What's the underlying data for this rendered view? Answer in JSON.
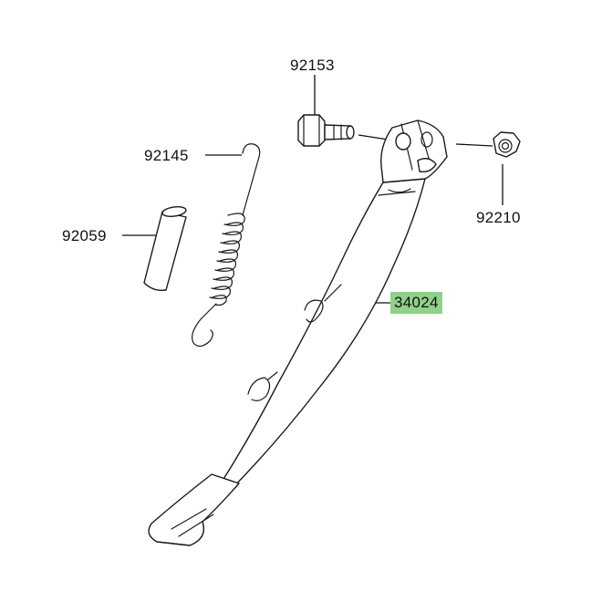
{
  "diagram": {
    "highlight_color": "#8fd18a",
    "line_color": "#1a1a1a",
    "parts": [
      {
        "number": "92153",
        "highlighted": false
      },
      {
        "number": "92145",
        "highlighted": false
      },
      {
        "number": "92059",
        "highlighted": false
      },
      {
        "number": "34024",
        "highlighted": true
      },
      {
        "number": "92210",
        "highlighted": false
      }
    ]
  }
}
